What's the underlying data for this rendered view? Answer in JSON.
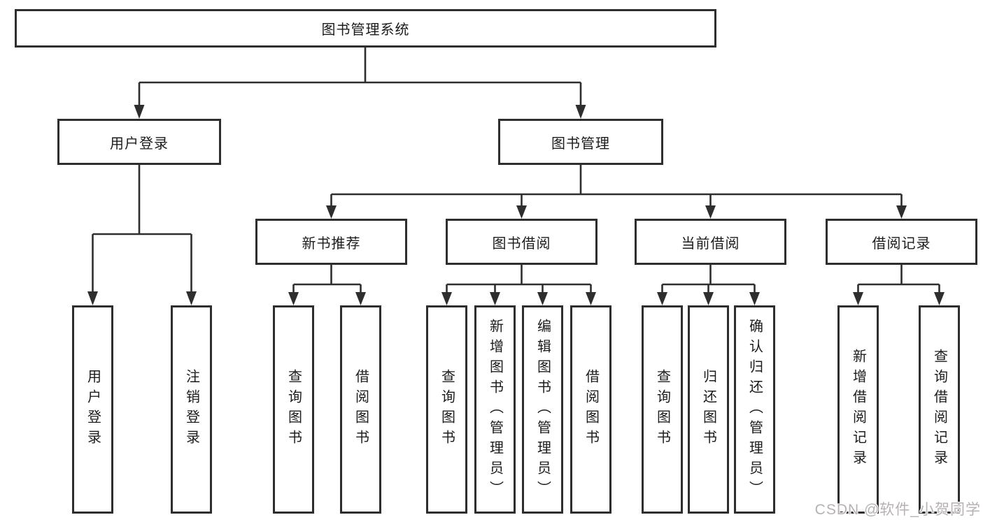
{
  "diagram": {
    "title_node": "图书管理系统",
    "level2": {
      "user_login": "用户登录",
      "book_mgmt": "图书管理"
    },
    "level3": {
      "new_book_rec": "新书推荐",
      "book_borrow": "图书借阅",
      "current_borrow": "当前借阅",
      "borrow_records": "借阅记录"
    },
    "leaves": {
      "user_login_login": "用户登录",
      "user_login_logout": "注销登录",
      "rec_query_books": "查询图书",
      "rec_borrow_books": "借阅图书",
      "bb_query_books": "查询图书",
      "bb_add_books": "新增图书（管理员）",
      "bb_edit_books": "编辑图书（管理员）",
      "bb_borrow_books": "借阅图书",
      "cb_query_books": "查询图书",
      "cb_return_books": "归还图书",
      "cb_confirm_return": "确认归还（管理员）",
      "br_add_record": "新增借阅记录",
      "br_query_record": "查询借阅记录"
    }
  },
  "watermark": "CSDN @软件_小贺同学",
  "colors": {
    "line": "#2e2e2e",
    "text": "#1c1c1c",
    "watermark_text": "#b7b2b2",
    "background": "#ffffff"
  }
}
